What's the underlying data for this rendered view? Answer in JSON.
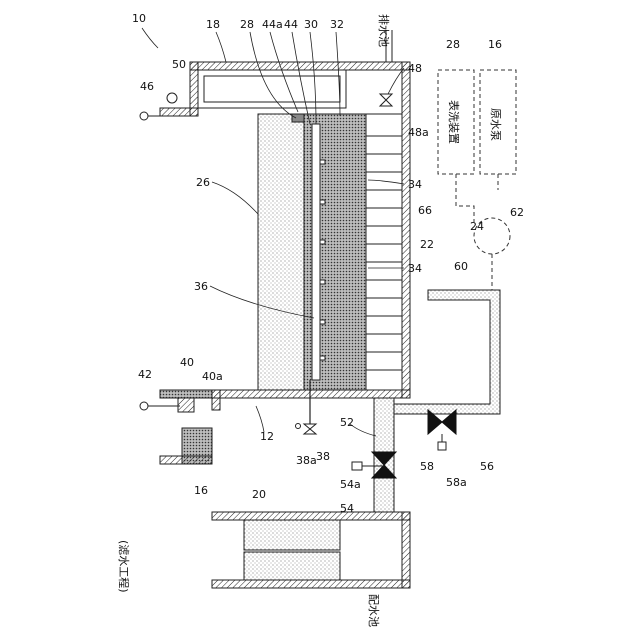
{
  "figure": {
    "labels": {
      "n10": "10",
      "n12": "12",
      "n16a": "16",
      "n16b": "16",
      "n18": "18",
      "n20": "20",
      "n22": "22",
      "n24": "24",
      "n26": "26",
      "n28a": "28",
      "n28b": "28",
      "n30": "30",
      "n32": "32",
      "n34a": "34",
      "n34b": "34",
      "n36": "36",
      "n38": "38",
      "n38a": "38a",
      "n40": "40",
      "n40a": "40a",
      "n42": "42",
      "n44": "44",
      "n44a": "44a",
      "n46": "46",
      "n48": "48",
      "n48a": "48a",
      "n50": "50",
      "n52": "52",
      "n54": "54",
      "n54a": "54a",
      "n56": "56",
      "n58": "58",
      "n58a": "58a",
      "n60": "60",
      "n62": "62",
      "n66": "66"
    },
    "texts": {
      "drain_top": "排水池",
      "drain_bottom": "配水池",
      "washing_device": "表洗装置",
      "raw_water_pump": "原水泵",
      "process": "(滤水工程)"
    }
  }
}
